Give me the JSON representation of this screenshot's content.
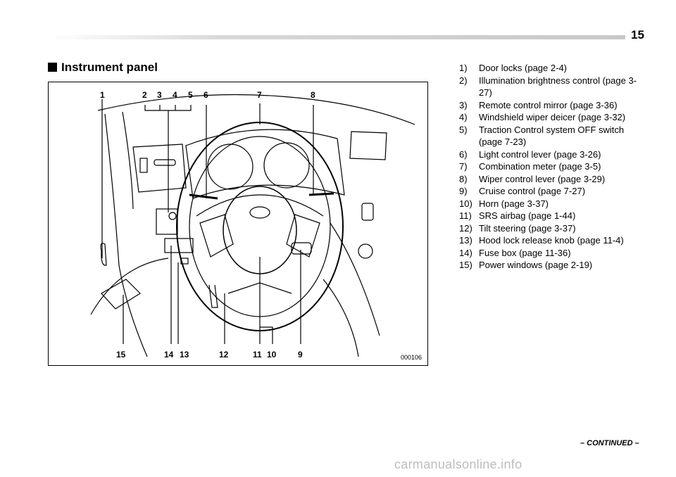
{
  "page": {
    "number": "15",
    "continued": "– CONTINUED –",
    "watermark": "carmanualsonline.info"
  },
  "section": {
    "title": "Instrument panel"
  },
  "figure": {
    "code": "000106",
    "callouts_top": [
      "1",
      "2",
      "3",
      "4",
      "5",
      "6",
      "7",
      "8"
    ],
    "callouts_bottom": [
      "15",
      "14",
      "13",
      "12",
      "11",
      "10",
      "9"
    ]
  },
  "legend": [
    {
      "num": "1)",
      "text": "Door locks (page 2-4)"
    },
    {
      "num": "2)",
      "text": "Illumination brightness control (page 3-27)"
    },
    {
      "num": "3)",
      "text": "Remote control mirror (page 3-36)"
    },
    {
      "num": "4)",
      "text": "Windshield wiper deicer (page 3-32)"
    },
    {
      "num": "5)",
      "text": "Traction Control system OFF switch (page 7-23)"
    },
    {
      "num": "6)",
      "text": "Light control lever (page 3-26)"
    },
    {
      "num": "7)",
      "text": "Combination meter (page 3-5)"
    },
    {
      "num": "8)",
      "text": "Wiper control lever (page 3-29)"
    },
    {
      "num": "9)",
      "text": "Cruise control (page 7-27)"
    },
    {
      "num": "10)",
      "text": "Horn (page 3-37)"
    },
    {
      "num": "11)",
      "text": "SRS airbag (page 1-44)"
    },
    {
      "num": "12)",
      "text": "Tilt steering (page 3-37)"
    },
    {
      "num": "13)",
      "text": "Hood lock release knob (page 11-4)"
    },
    {
      "num": "14)",
      "text": "Fuse box (page 11-36)"
    },
    {
      "num": "15)",
      "text": "Power windows (page 2-19)"
    }
  ]
}
